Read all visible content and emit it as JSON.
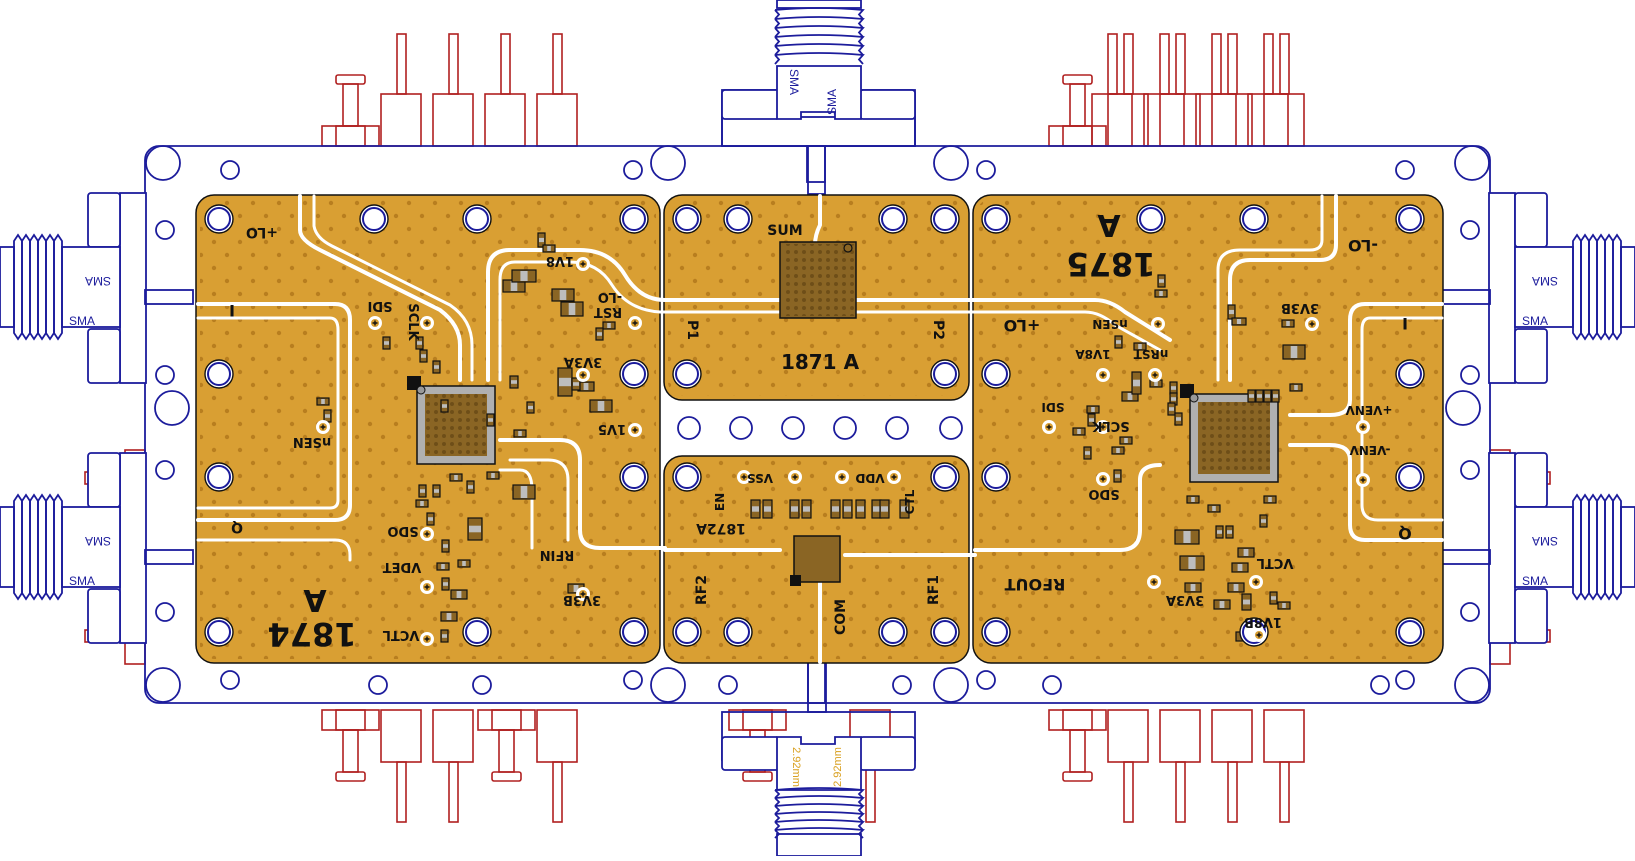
{
  "colors": {
    "board_outline": "#1c1c9c",
    "copper": "#d99f33",
    "copper_dot": "#b87e1f",
    "trace_gap": "#ffffff",
    "silkscreen_text": "#111111",
    "chip_body": "#8a6524",
    "chip_pad": "#b0b0b0",
    "component_red": "#b02020",
    "connector_label_blue": "#1c1c9c",
    "connector_label_orange": "#d9a020"
  },
  "modules": {
    "left": {
      "part": "1874",
      "rev": "A",
      "labels": [
        "+LO",
        "I",
        "Q",
        "SDI",
        "SCLK",
        "1V8",
        "-LO",
        "RST",
        "3V3A",
        "1V5",
        "nSEN",
        "SDO",
        "VDET",
        "RFIN",
        "3V3B",
        "VCTL"
      ]
    },
    "center_top": {
      "part_rev": "1871 A",
      "labels": [
        "SUM",
        "P1",
        "P2"
      ]
    },
    "center_bottom": {
      "part_rev": "1872A",
      "labels": [
        "VSS",
        "VDD",
        "EN",
        "CTL",
        "RF2",
        "RF1",
        "COM"
      ]
    },
    "right": {
      "part": "1875",
      "rev": "A",
      "labels": [
        "-LO",
        "+LO",
        "I",
        "Q",
        "3V3B",
        "nSEN",
        "nRST",
        "1V8A",
        "SDI",
        "SCLK",
        "SDO",
        "+VENV",
        "-VENV",
        "RFOUT",
        "VCTL",
        "3V3A",
        "1V8B"
      ]
    }
  },
  "connectors": {
    "sma_label": "SMA",
    "bottom_label": "2.92mm",
    "left_side": [
      "SMA",
      "SMA"
    ],
    "right_side": [
      "SMA",
      "SMA"
    ],
    "top": "SMA",
    "bottom": "2.92mm"
  }
}
